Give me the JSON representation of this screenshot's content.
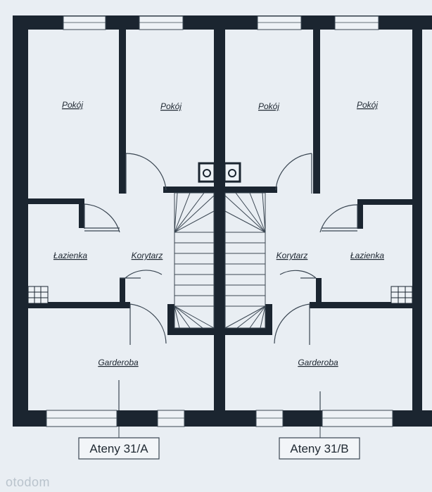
{
  "plan": {
    "room_labels": {
      "room_1": "Pokój",
      "room_2": "Pokój",
      "room_3": "Pokój",
      "room_4": "Pokój",
      "bath_left": "Łazienka",
      "bath_right": "Łazienka",
      "corridor_left": "Korytarz",
      "corridor_right": "Korytarz",
      "wardrobe_left": "Garderoba",
      "wardrobe_right": "Garderoba"
    },
    "units": {
      "left": "Ateny 31/A",
      "right": "Ateny 31/B"
    }
  },
  "watermark": "otodom",
  "colors": {
    "background": "#e9eef3",
    "wall": "#1b2530",
    "line": "#3a4652"
  }
}
